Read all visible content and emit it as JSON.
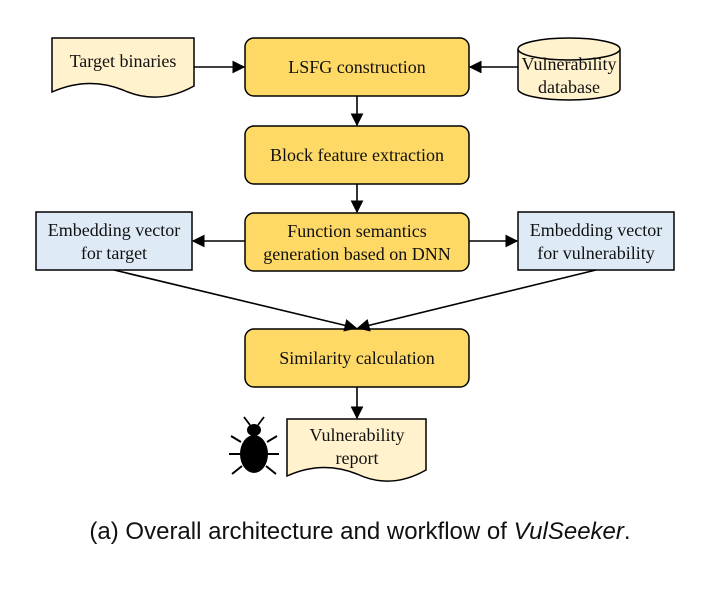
{
  "colors": {
    "process_fill": "#FFD966",
    "document_fill": "#FFF2CC",
    "embedding_fill": "#DEEBF7",
    "stroke": "#000000"
  },
  "nodes": {
    "target_binaries": "Target binaries",
    "lsfg": "LSFG construction",
    "vuln_db_line1": "Vulnerability",
    "vuln_db_line2": "database",
    "block_feature": "Block feature extraction",
    "func_sem_line1": "Function semantics",
    "func_sem_line2": "generation based on DNN",
    "emb_target_line1": "Embedding vector",
    "emb_target_line2": "for target",
    "emb_vuln_line1": "Embedding vector",
    "emb_vuln_line2": "for vulnerability",
    "similarity": "Similarity calculation",
    "report_line1": "Vulnerability",
    "report_line2": "report"
  },
  "icons": {
    "bug": "bug-icon"
  },
  "caption": {
    "prefix": "(a) Overall architecture and workflow of ",
    "name": "VulSeeker",
    "suffix": "."
  }
}
